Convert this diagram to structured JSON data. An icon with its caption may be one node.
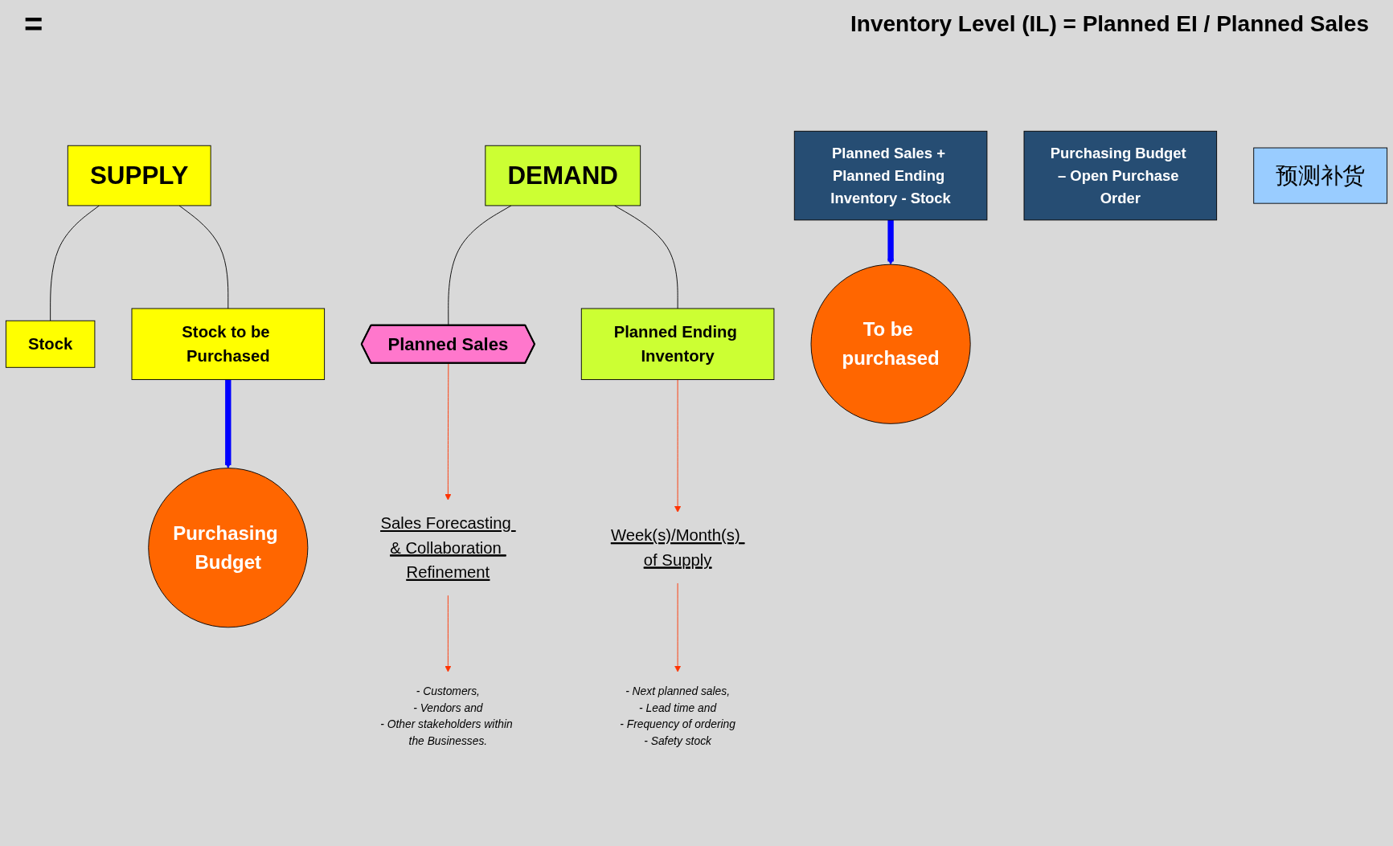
{
  "diagram": {
    "title": "Inventory Level (IL) = Planned EI / Planned Sales",
    "nodes": [
      {
        "text": [
          "SUPPLY"
        ]
      },
      {
        "text": [
          "DEMAND"
        ]
      },
      {
        "text": [
          "Stock"
        ]
      },
      {
        "text": [
          "Stock to be Purchased"
        ]
      },
      {
        "text": [
          "Planned Sales"
        ]
      },
      {
        "text": [
          "Planned Ending Inventory"
        ]
      },
      {
        "text": [
          "Week(s)/Month(s) of Supply"
        ]
      },
      {
        "text": [
          "- Next planned sales,",
          "- Lead time and",
          "- Frequency of ordering",
          "- Safety stock"
        ]
      },
      {
        "text": [
          "Planned Sales + Planned Ending Inventory - Stock"
        ]
      },
      {
        "text": [
          "Purchasing Budget"
        ]
      },
      {
        "text": [
          "Sales Forecasting & Collaboration Refinement"
        ]
      },
      {
        "text": [
          "- Customers,",
          "- Vendors and",
          "- Other stakeholders within the Businesses."
        ]
      },
      {
        "text": [
          "Purchasing Budget – Open Purchase Order"
        ]
      },
      {
        "text": [
          "To be purchased"
        ]
      },
      {
        "text": [
          "预测补货"
        ]
      }
    ],
    "edges": [
      {
        "from": 0,
        "to": 2,
        "arrow": "none"
      },
      {
        "from": 0,
        "to": 3,
        "arrow": "none"
      },
      {
        "from": 1,
        "to": 4,
        "arrow": "none"
      },
      {
        "from": 1,
        "to": 5,
        "arrow": "none"
      },
      {
        "from": 5,
        "to": 6,
        "arrow": "to",
        "color": "#ff3300"
      },
      {
        "from": 6,
        "to": 7,
        "arrow": "to",
        "color": "#ff3300"
      },
      {
        "from": 3,
        "to": 9,
        "arrow": "to",
        "style": "thick",
        "color": "#0000ff"
      },
      {
        "from": 4,
        "to": 10,
        "arrow": "to",
        "color": "#ff3300"
      },
      {
        "from": 10,
        "to": 11,
        "arrow": "to",
        "color": "#ff3300"
      },
      {
        "from": 8,
        "to": 13,
        "arrow": "to",
        "style": "thick",
        "color": "#0000ff"
      }
    ],
    "labels": [
      "="
    ]
  }
}
